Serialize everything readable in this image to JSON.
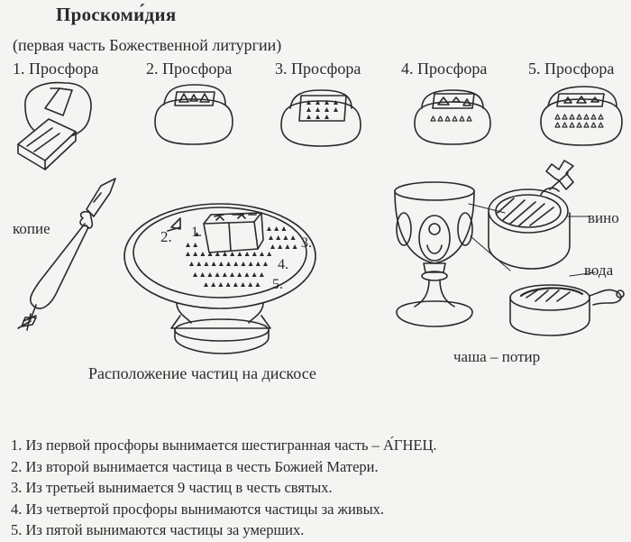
{
  "title": "Проскоми́дия",
  "subtitle": "(первая часть Божественной литургии)",
  "prosphoras": [
    {
      "label": "1. Просфора"
    },
    {
      "label": "2. Просфора"
    },
    {
      "label": "3. Просфора"
    },
    {
      "label": "4. Просфора"
    },
    {
      "label": "5. Просфора"
    }
  ],
  "labels": {
    "kopie": "копие",
    "vino": "вино",
    "voda": "вода",
    "chasha": "чаша – потир"
  },
  "diskos_numbers": [
    "1.",
    "2.",
    "3.",
    "4.",
    "5."
  ],
  "caption": "Расположение частиц на дискосе",
  "steps": [
    "1. Из первой просфоры вынимается шестигранная часть – А́ГНЕЦ.",
    "2. Из второй вынимается частица в честь Божией Матери.",
    "3. Из третьей вынимается 9 частиц в честь святых.",
    "4. Из четвертой просфоры вынимаются частицы за живых.",
    "5. Из пятой вынимаются частицы за умерших."
  ]
}
